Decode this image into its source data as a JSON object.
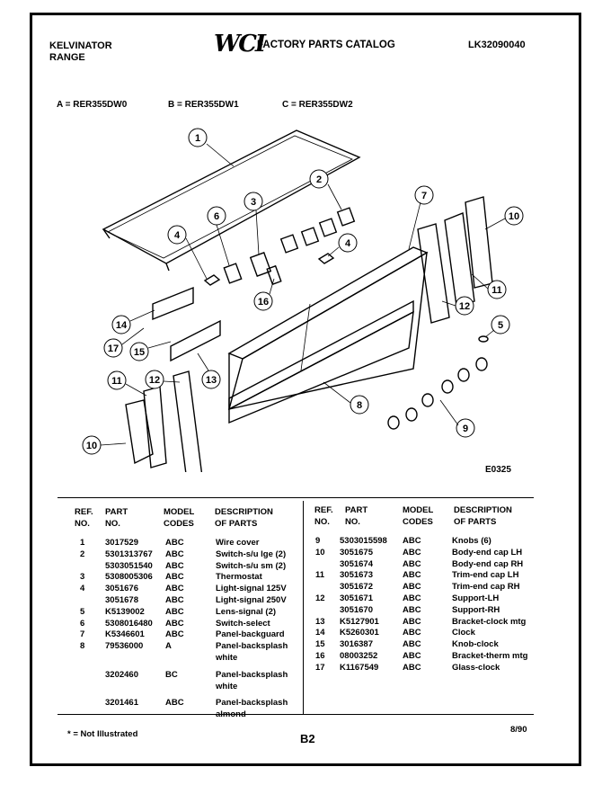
{
  "header": {
    "brand": "KELVINATOR",
    "product": "RANGE",
    "logo": "WCI",
    "catalog_title": "FACTORY PARTS CATALOG",
    "catalog_number": "LK32090040"
  },
  "models": {
    "a": "A = RER355DW0",
    "b": "B = RER355DW1",
    "c": "C = RER355DW2"
  },
  "diagram_code": "E0325",
  "callouts": [
    "1",
    "2",
    "3",
    "4",
    "4",
    "6",
    "7",
    "8",
    "9",
    "10",
    "10",
    "11",
    "11",
    "12",
    "12",
    "13",
    "14",
    "15",
    "16",
    "17",
    "5"
  ],
  "table_headers": {
    "ref": [
      "REF.",
      "NO."
    ],
    "part": [
      "PART",
      "NO."
    ],
    "model": [
      "MODEL",
      "CODES"
    ],
    "desc": [
      "DESCRIPTION",
      "OF PARTS"
    ]
  },
  "left_parts": [
    {
      "ref": "1",
      "part": "3017529",
      "model": "ABC",
      "desc": "Wire cover"
    },
    {
      "ref": "2",
      "part": "5301313767",
      "model": "ABC",
      "desc": "Switch-s/u lge (2)"
    },
    {
      "ref": "",
      "part": "5303051540",
      "model": "ABC",
      "desc": "Switch-s/u sm (2)"
    },
    {
      "ref": "3",
      "part": "5308005306",
      "model": "ABC",
      "desc": "Thermostat"
    },
    {
      "ref": "4",
      "part": "3051676",
      "model": "ABC",
      "desc": "Light-signal 125V"
    },
    {
      "ref": "",
      "part": "3051678",
      "model": "ABC",
      "desc": "Light-signal 250V"
    },
    {
      "ref": "5",
      "part": "K5139002",
      "model": "ABC",
      "desc": "Lens-signal (2)"
    },
    {
      "ref": "6",
      "part": "5308016480",
      "model": "ABC",
      "desc": "Switch-select"
    },
    {
      "ref": "7",
      "part": "K5346601",
      "model": "ABC",
      "desc": "Panel-backguard"
    },
    {
      "ref": "8",
      "part": "79536000",
      "model": "A",
      "desc": "Panel-backsplash"
    },
    {
      "ref": "",
      "part": "",
      "model": "",
      "desc": "white"
    },
    {
      "ref": "",
      "part": "3202460",
      "model": "BC",
      "desc": "Panel-backsplash"
    },
    {
      "ref": "",
      "part": "",
      "model": "",
      "desc": "white"
    },
    {
      "ref": "",
      "part": "3201461",
      "model": "ABC",
      "desc": "Panel-backsplash"
    },
    {
      "ref": "",
      "part": "",
      "model": "",
      "desc": "almond"
    }
  ],
  "right_parts": [
    {
      "ref": "9",
      "part": "5303015598",
      "model": "ABC",
      "desc": "Knobs (6)"
    },
    {
      "ref": "10",
      "part": "3051675",
      "model": "ABC",
      "desc": "Body-end cap LH"
    },
    {
      "ref": "",
      "part": "3051674",
      "model": "ABC",
      "desc": "Body-end cap RH"
    },
    {
      "ref": "11",
      "part": "3051673",
      "model": "ABC",
      "desc": "Trim-end cap LH"
    },
    {
      "ref": "",
      "part": "3051672",
      "model": "ABC",
      "desc": "Trim-end cap RH"
    },
    {
      "ref": "12",
      "part": "3051671",
      "model": "ABC",
      "desc": "Support-LH"
    },
    {
      "ref": "",
      "part": "3051670",
      "model": "ABC",
      "desc": "Support-RH"
    },
    {
      "ref": "13",
      "part": "K5127901",
      "model": "ABC",
      "desc": "Bracket-clock mtg"
    },
    {
      "ref": "14",
      "part": "K5260301",
      "model": "ABC",
      "desc": "Clock"
    },
    {
      "ref": "15",
      "part": "3016387",
      "model": "ABC",
      "desc": "Knob-clock"
    },
    {
      "ref": "16",
      "part": "08003252",
      "model": "ABC",
      "desc": "Bracket-therm mtg"
    },
    {
      "ref": "17",
      "part": "K1167549",
      "model": "ABC",
      "desc": "Glass-clock"
    }
  ],
  "footer": {
    "note": "* = Not Illustrated",
    "page": "B2",
    "date": "8/90"
  }
}
